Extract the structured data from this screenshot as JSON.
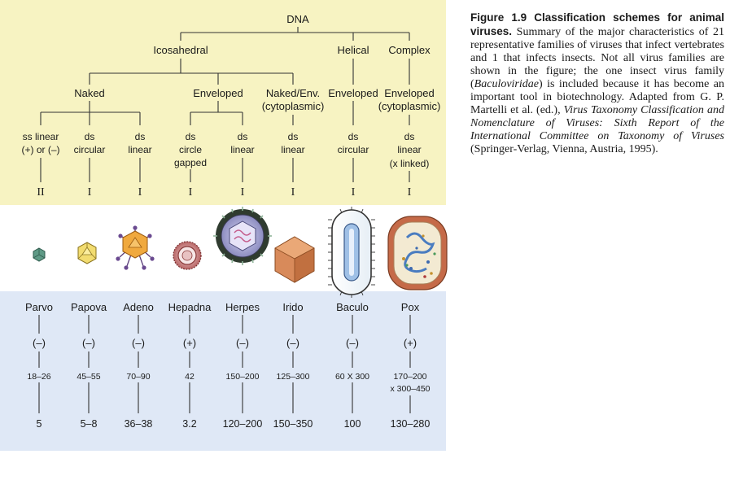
{
  "tree": {
    "root": "DNA",
    "level1": [
      "Icosahedral",
      "Helical",
      "Complex"
    ],
    "level2": [
      {
        "l1": "Naked"
      },
      {
        "l1": "Enveloped"
      },
      {
        "l1": "Naked/Env.",
        "l2": "(cytoplasmic)"
      },
      {
        "l1": "Enveloped"
      },
      {
        "l1": "Enveloped",
        "l2": "(cytoplasmic)"
      }
    ],
    "genomes": [
      {
        "l1": "ss linear",
        "l2": "(+) or (–)"
      },
      {
        "l1": "ds",
        "l2": "circular"
      },
      {
        "l1": "ds",
        "l2": "linear"
      },
      {
        "l1": "ds",
        "l2": "circle",
        "l3": "gapped"
      },
      {
        "l1": "ds",
        "l2": "linear"
      },
      {
        "l1": "ds",
        "l2": "linear"
      },
      {
        "l1": "ds",
        "l2": "circular"
      },
      {
        "l1": "ds",
        "l2": "linear",
        "l3": "(x linked)"
      }
    ],
    "classes": [
      "II",
      "I",
      "I",
      "I",
      "I",
      "I",
      "I",
      "I"
    ]
  },
  "families": [
    {
      "name": "Parvo",
      "sense": "(–)",
      "size": "18–26",
      "genome_kb": "5"
    },
    {
      "name": "Papova",
      "sense": "(–)",
      "size": "45–55",
      "genome_kb": "5–8"
    },
    {
      "name": "Adeno",
      "sense": "(–)",
      "size": "70–90",
      "genome_kb": "36–38"
    },
    {
      "name": "Hepadna",
      "sense": "(+)",
      "size": "42",
      "genome_kb": "3.2"
    },
    {
      "name": "Herpes",
      "sense": "(–)",
      "size": "150–200",
      "genome_kb": "120–200"
    },
    {
      "name": "Irido",
      "sense": "(–)",
      "size": "125–300",
      "genome_kb": "150–350"
    },
    {
      "name": "Baculo",
      "sense": "(–)",
      "size": "60 X 300",
      "genome_kb": "100"
    },
    {
      "name": "Pox",
      "sense": "(+)",
      "size": "170–200",
      "size2": "x 300–450",
      "genome_kb": "130–280"
    }
  ],
  "icons": [
    "parvovirus-icon",
    "papovavirus-icon",
    "adenovirus-icon",
    "hepadnavirus-icon",
    "herpesvirus-icon",
    "iridovirus-icon",
    "baculovirus-icon",
    "poxvirus-icon"
  ],
  "colors": {
    "top_panel": "#f7f3c2",
    "bottom_panel": "#dfe8f6",
    "lines": "#333333"
  },
  "caption": {
    "title": "Figure 1.9 Classification schemes for animal viruses.",
    "text_1": " Summary of the major characteristics of 21 representative families of viruses that infect vertebrates and 1 that infects insects. Not all virus families are shown in the figure; the one insect virus family (",
    "italic_1": "Baculoviridae",
    "text_2": ") is included because it has become an important tool in biotechnology. Adapted from G. P. Martelli et al. (ed.), ",
    "italic_2": "Virus Taxonomy Classification and Nomenclature of Viruses: Sixth Report of the International Committee on Taxonomy of Viruses",
    "text_3": " (Springer-Verlag, Vienna, Austria, 1995)."
  }
}
